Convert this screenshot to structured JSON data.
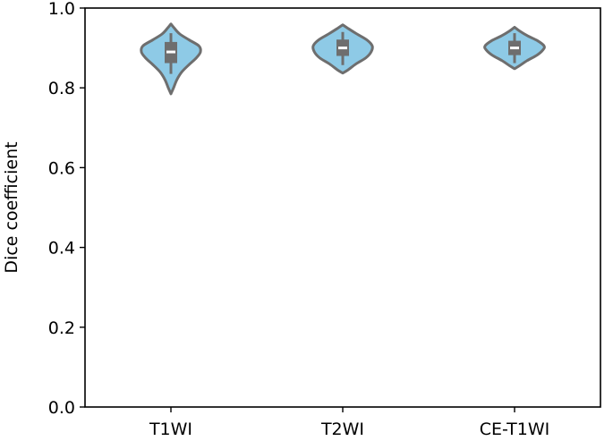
{
  "chart_data": {
    "type": "violin",
    "ylabel": "Dice coefficient",
    "xlabel": "",
    "ylim": [
      0.0,
      1.0
    ],
    "yticks": [
      "0.0",
      "0.2",
      "0.4",
      "0.6",
      "0.8",
      "1.0"
    ],
    "categories": [
      "T1WI",
      "T2WI",
      "CE-T1WI"
    ],
    "grid": false,
    "violin_color": "#8ecae6",
    "edge_color": "#6e6e6e",
    "box_color": "#6e6e6e",
    "median_color": "#ffffff",
    "distributions": [
      {
        "category": "T1WI",
        "min": 0.785,
        "max": 0.96,
        "q1": 0.862,
        "median": 0.89,
        "q3": 0.915,
        "whisker_low": 0.835,
        "whisker_high": 0.937,
        "density": [
          [
            0.785,
            0.0
          ],
          [
            0.8,
            0.09
          ],
          [
            0.82,
            0.2
          ],
          [
            0.84,
            0.37
          ],
          [
            0.86,
            0.64
          ],
          [
            0.875,
            0.86
          ],
          [
            0.89,
            1.0
          ],
          [
            0.905,
            0.95
          ],
          [
            0.92,
            0.62
          ],
          [
            0.935,
            0.3
          ],
          [
            0.95,
            0.11
          ],
          [
            0.96,
            0.0
          ]
        ]
      },
      {
        "category": "T2WI",
        "min": 0.837,
        "max": 0.958,
        "q1": 0.88,
        "median": 0.9,
        "q3": 0.921,
        "whisker_low": 0.857,
        "whisker_high": 0.94,
        "density": [
          [
            0.837,
            0.0
          ],
          [
            0.845,
            0.18
          ],
          [
            0.86,
            0.45
          ],
          [
            0.875,
            0.78
          ],
          [
            0.89,
            0.96
          ],
          [
            0.905,
            1.0
          ],
          [
            0.92,
            0.82
          ],
          [
            0.935,
            0.48
          ],
          [
            0.948,
            0.2
          ],
          [
            0.958,
            0.0
          ]
        ]
      },
      {
        "category": "CE-T1WI",
        "min": 0.848,
        "max": 0.952,
        "q1": 0.882,
        "median": 0.9,
        "q3": 0.918,
        "whisker_low": 0.862,
        "whisker_high": 0.937,
        "density": [
          [
            0.848,
            0.0
          ],
          [
            0.855,
            0.16
          ],
          [
            0.868,
            0.42
          ],
          [
            0.882,
            0.76
          ],
          [
            0.895,
            0.96
          ],
          [
            0.905,
            1.0
          ],
          [
            0.918,
            0.78
          ],
          [
            0.93,
            0.45
          ],
          [
            0.942,
            0.18
          ],
          [
            0.952,
            0.0
          ]
        ]
      }
    ]
  }
}
